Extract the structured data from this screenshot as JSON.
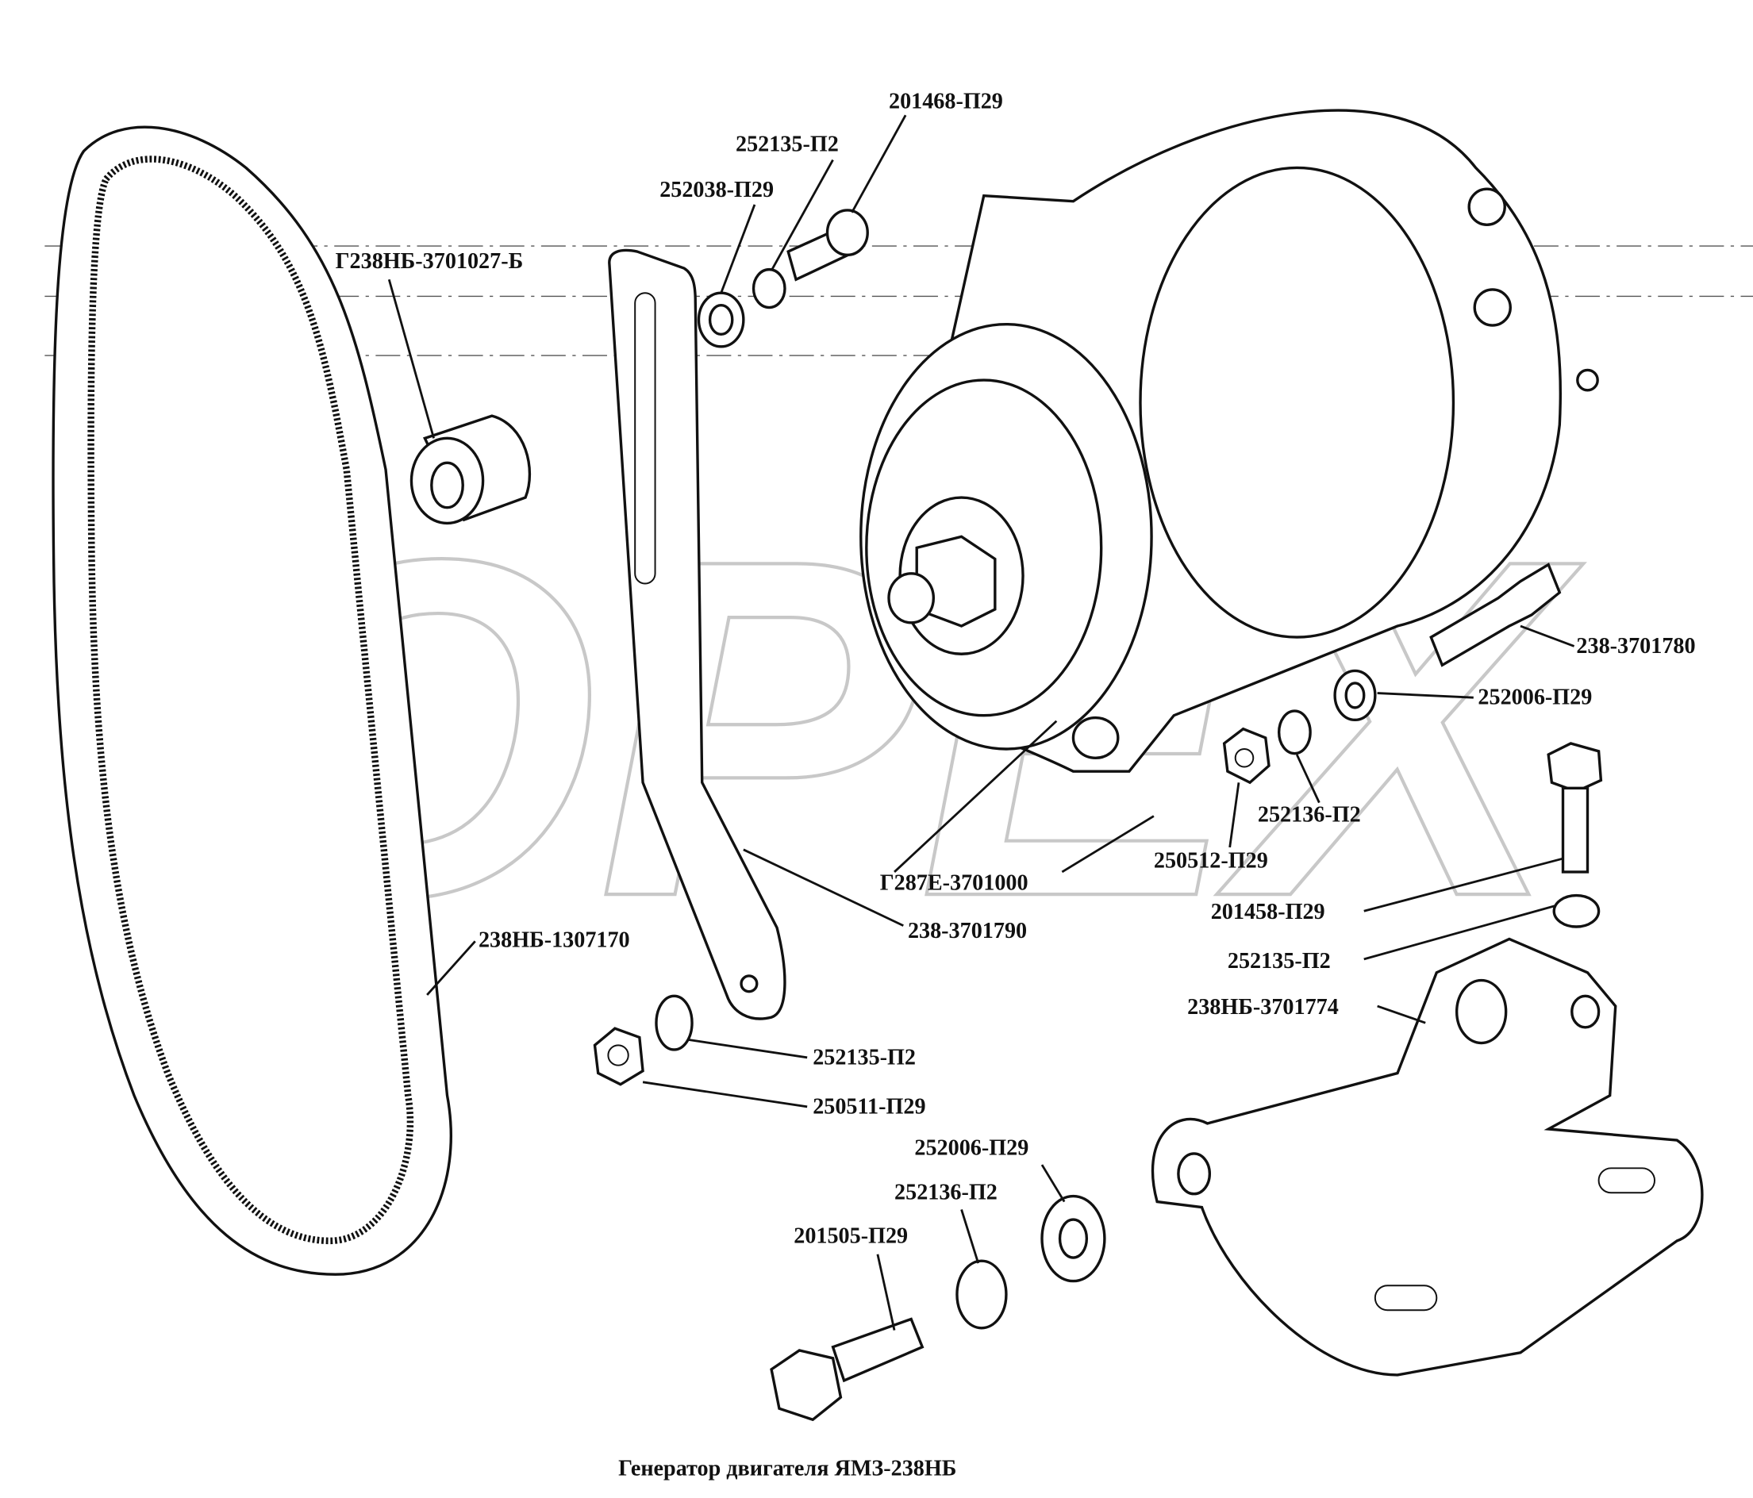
{
  "diagram": {
    "caption": "Генератор двигателя ЯМЗ-238НБ",
    "watermark": "ОРЕХ",
    "labels": {
      "bolt_top": "201468-П29",
      "lockwasher_top": "252135-П2",
      "washer_top": "252038-П29",
      "spacer": "Г238НБ-3701027-Б",
      "stud": "238-3701780",
      "washer_right": "252006-П29",
      "lockwasher_mid": "252136-П2",
      "nut_mid": "250512-П29",
      "alternator": "Г287Е-3701000",
      "strap": "238-3701790",
      "bolt_right": "201458-П29",
      "lockwasher_right": "252135-П2",
      "bracket": "238НБ-3701774",
      "belt": "238НБ-1307170",
      "lockwasher_low": "252135-П2",
      "nut_low": "250511-П29",
      "washer_low": "252006-П29",
      "lockwasher_bottom": "252136-П2",
      "bolt_bottom": "201505-П29"
    }
  }
}
